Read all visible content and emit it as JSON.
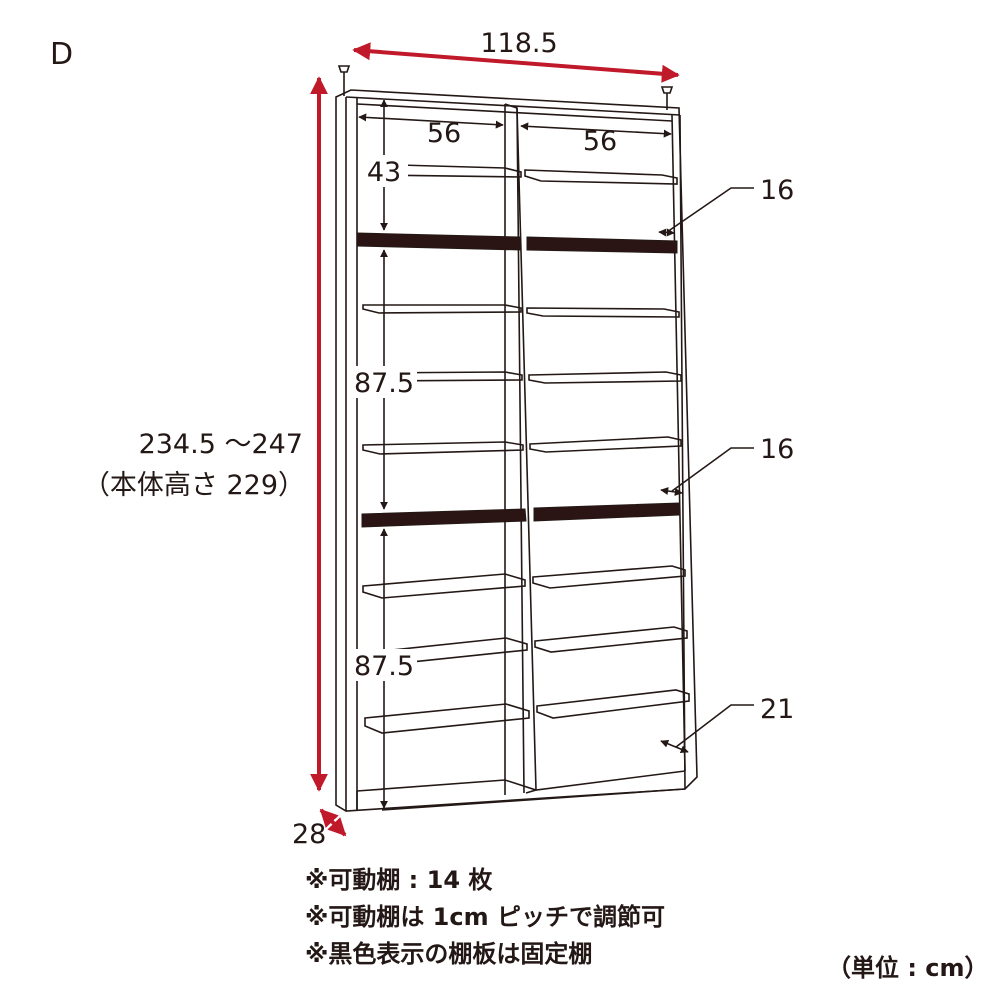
{
  "variant_label": "D",
  "dimensions": {
    "overall_width": "118.5",
    "compartment_width_left": "56",
    "compartment_width_right": "56",
    "top_section_height": "43",
    "middle_section_height": "87.5",
    "bottom_section_height": "87.5",
    "total_height_range": "234.5 ～247",
    "body_height_note": "（本体高さ 229）",
    "depth": "28",
    "upper_shelf_depth": "16",
    "middle_shelf_depth": "16",
    "bottom_depth": "21"
  },
  "notes": [
    "※可動棚 : 14 枚",
    "※可動棚は 1cm ピッチで調節可",
    "※黒色表示の棚板は固定棚"
  ],
  "unit_label": "（単位 : cm）",
  "colors": {
    "dimension_arrow": "#c0192a",
    "line": "#231815",
    "fixed_shelf": "#2b1414"
  }
}
